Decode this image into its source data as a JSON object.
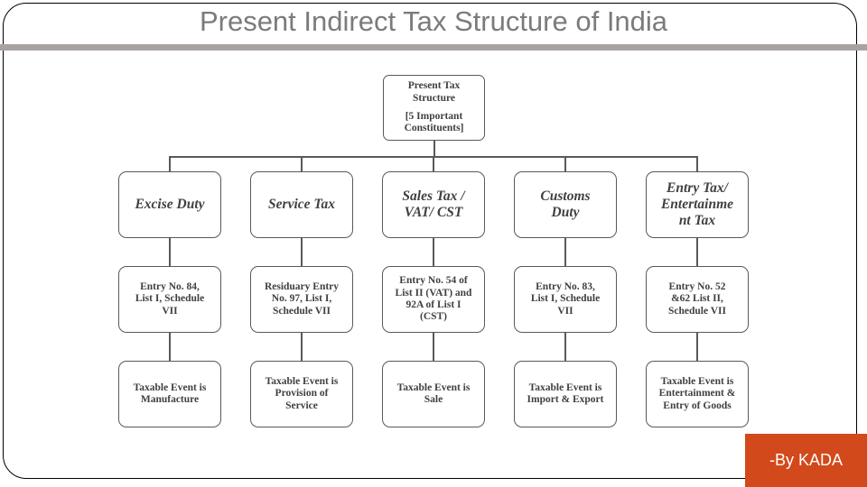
{
  "slide": {
    "title": "Present Indirect Tax Structure of India",
    "accent_color": "#d2491b",
    "title_color": "#7b7b7b",
    "rule_color": "#a8a3a0",
    "node_border_color": "#595959"
  },
  "credit": {
    "label": "-By KADA"
  },
  "chart_data": {
    "type": "diagram",
    "title": "Present Indirect Tax Structure of India",
    "root": {
      "line1": "Present Tax",
      "line2": "Structure",
      "line3": "[5 Important",
      "line4": "Constituents]"
    },
    "columns": [
      {
        "tax": {
          "lines": [
            "Excise Duty"
          ]
        },
        "entry": {
          "lines": [
            "Entry No. 84,",
            "List I, Schedule",
            "VII"
          ]
        },
        "event": {
          "lines": [
            "Taxable Event is",
            "Manufacture"
          ]
        }
      },
      {
        "tax": {
          "lines": [
            "Service Tax"
          ]
        },
        "entry": {
          "lines": [
            "Residuary Entry",
            "No. 97, List I,",
            "Schedule VII"
          ]
        },
        "event": {
          "lines": [
            "Taxable Event is",
            "Provision of",
            "Service"
          ]
        }
      },
      {
        "tax": {
          "lines": [
            "Sales Tax /",
            "VAT/ CST"
          ]
        },
        "entry": {
          "lines": [
            "Entry No. 54 of",
            "List II (VAT) and",
            "92A of List I",
            "(CST)"
          ]
        },
        "event": {
          "lines": [
            "Taxable Event is",
            "Sale"
          ]
        }
      },
      {
        "tax": {
          "lines": [
            "Customs",
            "Duty"
          ]
        },
        "entry": {
          "lines": [
            "Entry No. 83,",
            "List I, Schedule",
            "VII"
          ]
        },
        "event": {
          "lines": [
            "Taxable Event is",
            "Import & Export"
          ]
        }
      },
      {
        "tax": {
          "lines": [
            "Entry Tax/",
            "Entertainme",
            "nt Tax"
          ]
        },
        "entry": {
          "lines": [
            "Entry No. 52",
            "&62 List II,",
            "Schedule VII"
          ]
        },
        "event": {
          "lines": [
            "Taxable Event is",
            "Entertainment &",
            "Entry of Goods"
          ]
        }
      }
    ]
  }
}
